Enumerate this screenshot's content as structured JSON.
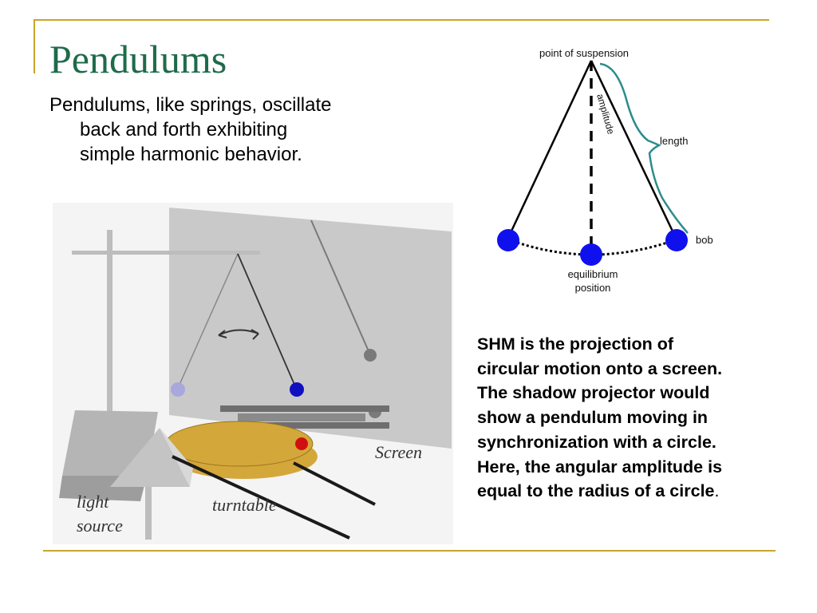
{
  "theme": {
    "rule_color": "#C8A52B",
    "title_color": "#1E6B4A",
    "bob_color": "#1010EE",
    "length_brace_color": "#2C8C8C",
    "photo_bob_red": "#D01010",
    "photo_bob_blue": "#1010C0",
    "photo_bob_lavender": "#A8A8DC",
    "turntable_color": "#D4A73A"
  },
  "slide": {
    "title": "Pendulums",
    "bullet_lines": [
      "Pendulums, like springs, oscillate",
      "back and forth exhibiting",
      "simple harmonic behavior."
    ]
  },
  "photo": {
    "labels": {
      "light": "light",
      "source": "source",
      "turntable": "turntable",
      "screen": "Screen"
    }
  },
  "diagram": {
    "labels": {
      "point_of_suspension": "point of suspension",
      "amplitude": "amplitude",
      "length": "length",
      "bob": "bob",
      "equilibrium": "equilibrium",
      "position": "position"
    }
  },
  "caption": {
    "lines": [
      "SHM is the projection of",
      "circular motion onto a screen.",
      "The shadow projector would",
      "show a pendulum moving in",
      "synchronization with a circle.",
      "Here, the angular amplitude is",
      "equal to the radius of a circle"
    ],
    "trailing_punct": "."
  }
}
